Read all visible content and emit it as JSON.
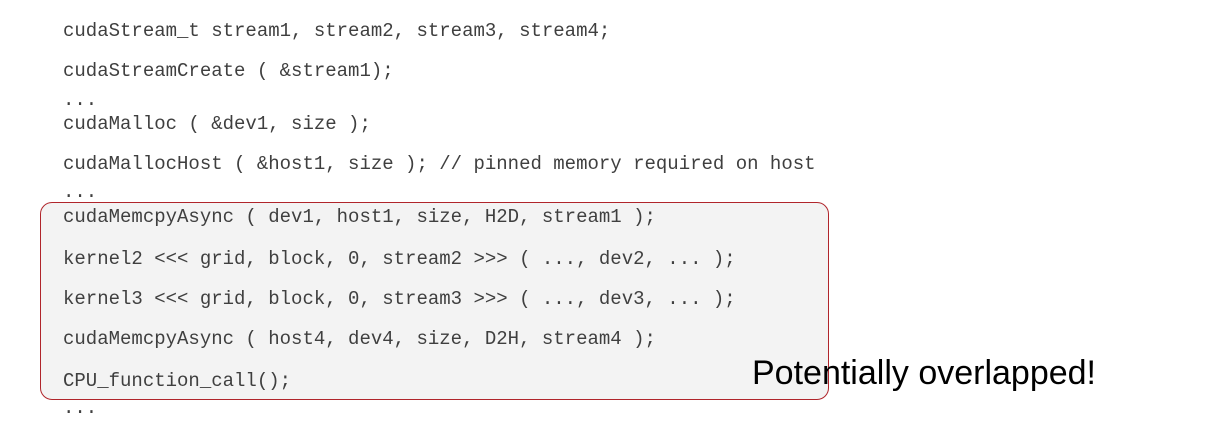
{
  "code": {
    "lines": [
      "cudaStream_t stream1, stream2, stream3, stream4;",
      "cudaStreamCreate ( &stream1);",
      "...",
      "cudaMalloc ( &dev1, size );",
      "cudaMallocHost ( &host1, size ); // pinned memory required on host",
      "...",
      "cudaMemcpyAsync ( dev1, host1, size, H2D, stream1 );",
      "kernel2 <<< grid, block, 0, stream2 >>> ( ..., dev2, ... );",
      "kernel3 <<< grid, block, 0, stream3 >>> ( ..., dev3, ... );",
      "cudaMemcpyAsync ( host4, dev4, size, D2H, stream4 );",
      "CPU_function_call();",
      "..."
    ]
  },
  "callout": {
    "text": "Potentially overlapped!"
  },
  "colors": {
    "highlight_border": "#b0252b",
    "highlight_fill": "#f3f3f3",
    "code_text": "#3f3f3f"
  }
}
